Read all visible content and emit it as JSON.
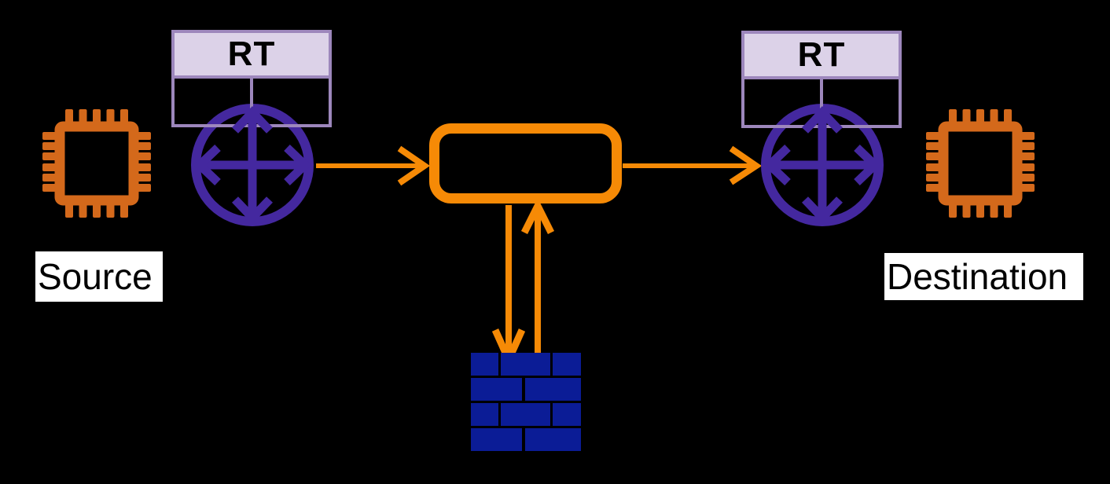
{
  "diagram": {
    "type": "network-topology",
    "background_color": "#000000",
    "labels": {
      "source": "Source",
      "destination": "Destination"
    },
    "routing_tables": {
      "left": {
        "title": "RT",
        "rows": [
          [
            "",
            ""
          ]
        ]
      },
      "right": {
        "title": "RT",
        "rows": [
          [
            "",
            ""
          ]
        ]
      }
    },
    "nodes": [
      {
        "id": "source-chip",
        "type": "chip",
        "label": "Source"
      },
      {
        "id": "source-router",
        "type": "router",
        "table": "RT"
      },
      {
        "id": "transit-box",
        "type": "rounded-box",
        "label": ""
      },
      {
        "id": "firewall",
        "type": "firewall",
        "label": ""
      },
      {
        "id": "destination-router",
        "type": "router",
        "table": "RT"
      },
      {
        "id": "destination-chip",
        "type": "chip",
        "label": "Destination"
      }
    ],
    "edges": [
      {
        "from": "source-router",
        "to": "transit-box",
        "style": "arrow-right"
      },
      {
        "from": "transit-box",
        "to": "destination-router",
        "style": "arrow-right"
      },
      {
        "from": "transit-box",
        "to": "firewall",
        "style": "arrow-down"
      },
      {
        "from": "firewall",
        "to": "transit-box",
        "style": "arrow-up"
      }
    ],
    "icons": [
      "chip-icon",
      "router-icon",
      "firewall-icon"
    ],
    "colors": {
      "orange_link": "#F68A06",
      "chip_orange": "#D4691B",
      "router_indigo": "#44289F",
      "table_border": "#9D87BC",
      "table_header_fill": "#DCD2E8",
      "firewall_navy": "#0B1C96",
      "label_background": "#FFFFFF",
      "label_text": "#000000"
    }
  }
}
